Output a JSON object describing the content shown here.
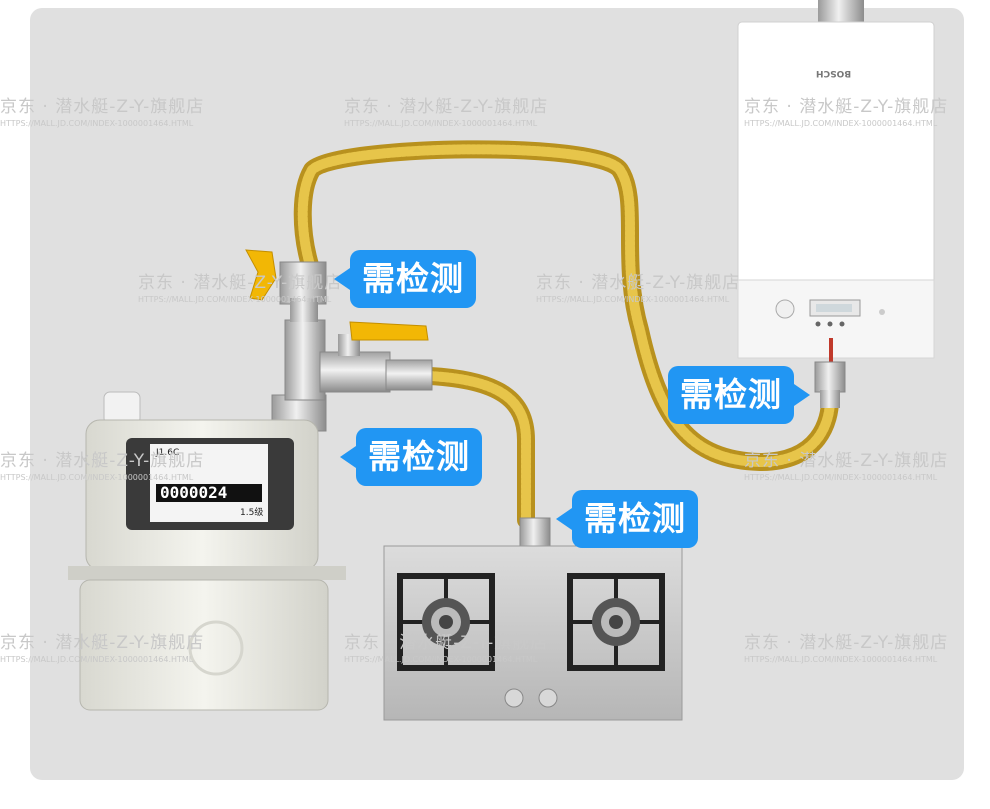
{
  "callouts": [
    {
      "id": "valve-top",
      "label": "需检测"
    },
    {
      "id": "valve-tee",
      "label": "需检测"
    },
    {
      "id": "stove-inlet",
      "label": "需检测"
    },
    {
      "id": "heater-inlet",
      "label": "需检测"
    }
  ],
  "watermark": {
    "line1": "京东 · 潜水艇-Z-Y-旗舰店",
    "line2": "HTTPS://MALL.JD.COM/INDEX-1000001464.HTML"
  },
  "gas_meter": {
    "model": "J1.6C",
    "reading": "0000024",
    "grade": "1.5级"
  },
  "water_heater": {
    "brand": "BOSCH"
  },
  "colors": {
    "callout": "#2196f3",
    "hose": "#c9a227",
    "valve_handle": "#f2b705",
    "panel": "#e0e0e0"
  }
}
